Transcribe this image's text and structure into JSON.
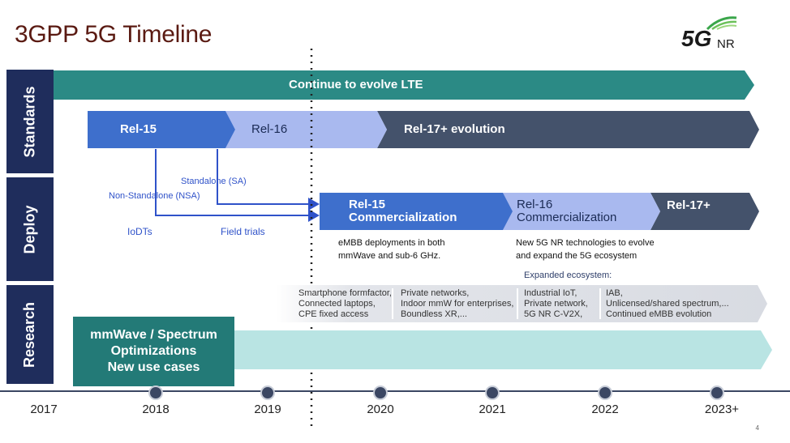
{
  "title": "3GPP 5G Timeline",
  "logo": {
    "text_5g": "5G",
    "text_nr": "NR"
  },
  "sections": {
    "standards": "Standards",
    "deploy": "Deploy",
    "research": "Research"
  },
  "standards": {
    "lte": "Continue to evolve LTE",
    "rel15": "Rel-15",
    "rel16": "Rel-16",
    "rel17": "Rel-17+ evolution"
  },
  "deploy": {
    "sa": "Standalone (SA)",
    "nsa": "Non-Standalone (NSA)",
    "iodts": "IoDTs",
    "field_trials": "Field trials",
    "rel15_line1": "Rel-15",
    "rel15_line2": "Commercialization",
    "rel16_line1": "Rel-16",
    "rel16_line2": "Commercialization",
    "rel17": "Rel-17+",
    "note1_line1": "eMBB deployments in both",
    "note1_line2": "mmWave and sub-6 GHz.",
    "note2_line1": "New 5G NR technologies to evolve",
    "note2_line2": "and expand the 5G ecosystem",
    "expanded": "Expanded ecosystem:"
  },
  "research": {
    "c1": [
      "Smartphone formfactor,",
      "Connected laptops,",
      "CPE fixed access"
    ],
    "c2": [
      "Private networks,",
      "Indoor mmW for enterprises,",
      "Boundless XR,..."
    ],
    "c3": [
      "Industrial IoT,",
      "Private network,",
      "5G NR C-V2X,"
    ],
    "c4": [
      "IAB,",
      "Unlicensed/shared spectrum,...",
      "Continued eMBB evolution"
    ],
    "box_line1": "mmWave / Spectrum",
    "box_line2": "Optimizations",
    "box_line3": "New use cases"
  },
  "timeline": {
    "years": [
      "2017",
      "2018",
      "2019",
      "2020",
      "2021",
      "2022",
      "2023+"
    ]
  },
  "page_number": "4",
  "colors": {
    "title": "#5a1a12",
    "sidebar": "#1f2d5c",
    "lte": "#2b8a85",
    "rel15": "#3e6fcc",
    "rel16": "#a9b9ef",
    "rel17": "#44526b",
    "research_grey": "#dfe1e6",
    "research_teal": "#b9e4e3",
    "research_box": "#237a77",
    "accent_blue": "#2f52c9"
  }
}
